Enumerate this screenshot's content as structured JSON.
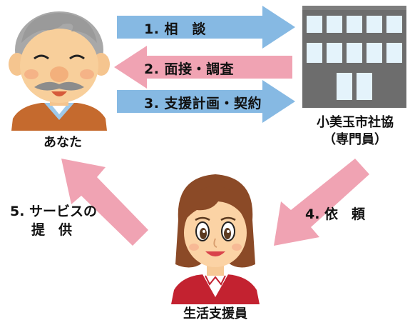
{
  "steps": {
    "consult": "1. 相　談",
    "interview": "2. 面接・調査",
    "plan": "3. 支援計画・契約",
    "request": "4. 依　頼",
    "service_line1": "5. サービスの",
    "service_line2": "提　供"
  },
  "actors": {
    "you": "あなた",
    "council_line1": "小美玉市社協",
    "council_line2": "（専門員）",
    "supporter": "生活支援員"
  },
  "colors": {
    "blue_arrow": "#86b9e3",
    "pink_arrow": "#f0a3b3",
    "building": "#6d6d6d",
    "window": "#e4f3fb"
  },
  "icons": {
    "elder": "elderly-man-icon",
    "office": "office-building-icon",
    "helper": "woman-supporter-icon"
  }
}
